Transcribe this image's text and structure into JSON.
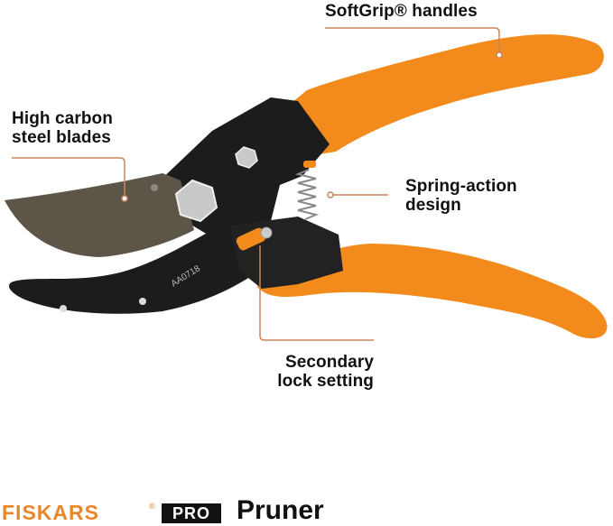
{
  "callouts": {
    "handles": "SoftGrip® handles",
    "blades_line1": "High carbon",
    "blades_line2": "steel blades",
    "spring_line1": "Spring-action",
    "spring_line2": "design",
    "lock_line1": "Secondary",
    "lock_line2": "lock setting"
  },
  "blade_marking": "AA0718",
  "branding": {
    "brand": "FISKARS",
    "registered": "®",
    "pro_badge": "PRO",
    "product": "Pruner"
  },
  "colors": {
    "orange": "#f28a1c",
    "leader_line": "#c8865a",
    "body_black": "#1c1c1c",
    "blade": "#5c5548",
    "brand_orange": "#e8872a"
  }
}
